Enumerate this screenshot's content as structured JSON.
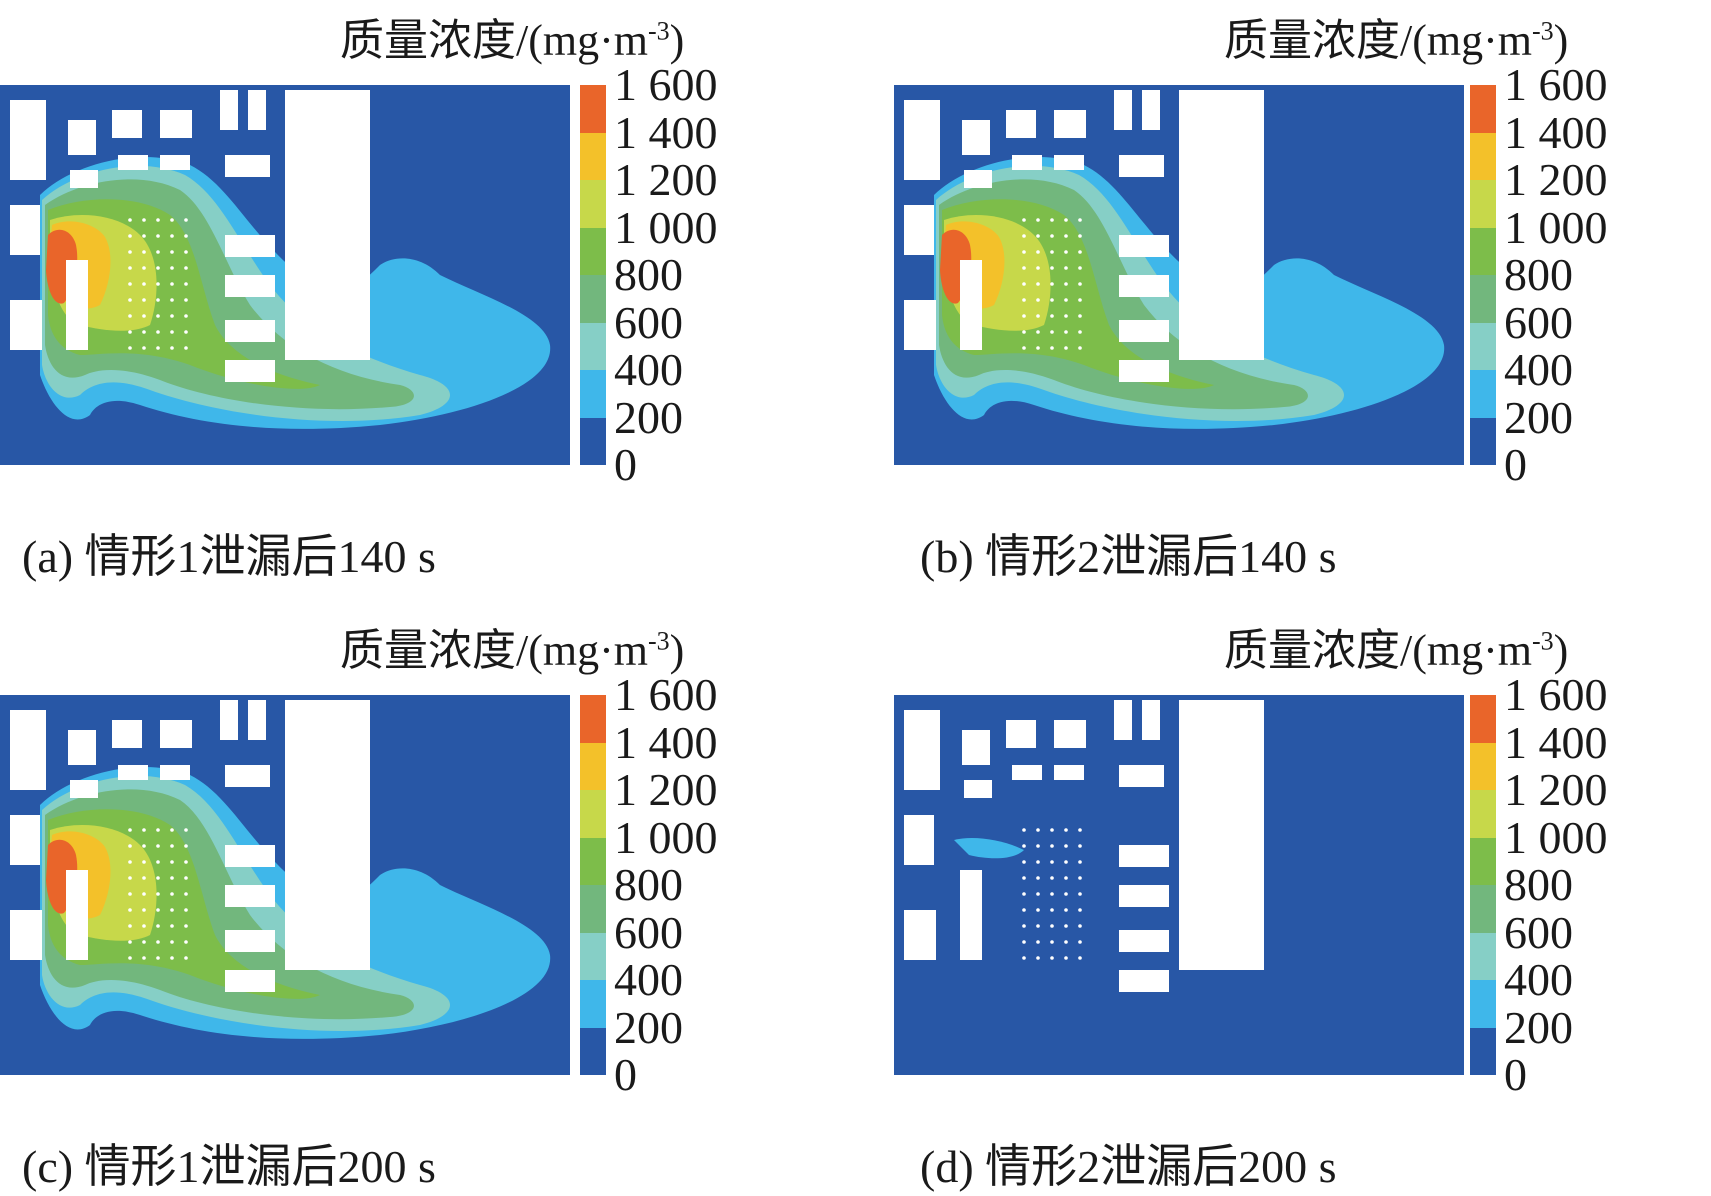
{
  "colorbar": {
    "title_main": "质量浓度/(mg·m",
    "title_sup": "-3",
    "title_close": ")",
    "ticks": [
      "1 600",
      "1 400",
      "1 200",
      "1 000",
      "800",
      "600",
      "400",
      "200",
      "0"
    ],
    "colors": [
      "#e9652a",
      "#f3c12a",
      "#c7d84a",
      "#7dbd4a",
      "#72b77d",
      "#86cfc6",
      "#3fb7ea",
      "#2857a6"
    ]
  },
  "panels": [
    {
      "id": "a",
      "caption": "(a) 情形1泄漏后140 s",
      "plume": true
    },
    {
      "id": "b",
      "caption": "(b) 情形2泄漏后140 s",
      "plume": true
    },
    {
      "id": "c",
      "caption": "(c) 情形1泄漏后200 s",
      "plume": true
    },
    {
      "id": "d",
      "caption": "(d) 情形2泄漏后200 s",
      "plume": false
    }
  ]
}
